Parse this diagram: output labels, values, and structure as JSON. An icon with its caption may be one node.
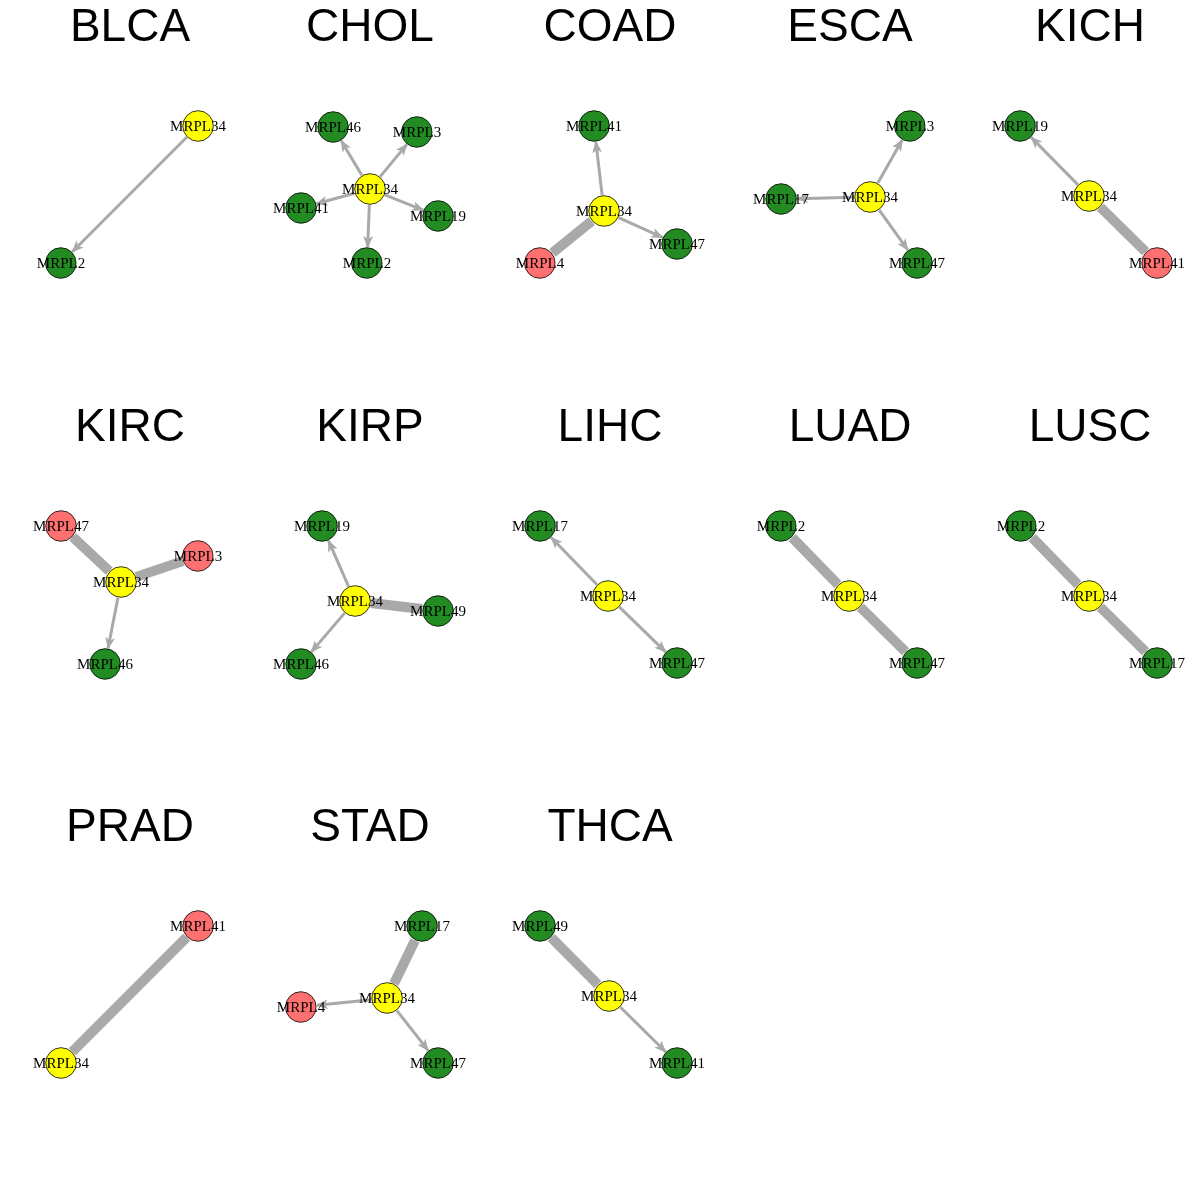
{
  "diagram": {
    "nodes": [
      {
        "text": [
          "MRPL34"
        ]
      },
      {
        "text": [
          "MRPL2"
        ]
      },
      {
        "text": [
          "MRPL46"
        ]
      },
      {
        "text": [
          "MRPL3"
        ]
      },
      {
        "text": [
          "MRPL34"
        ]
      },
      {
        "text": [
          "MRPL41"
        ]
      },
      {
        "text": [
          "MRPL19"
        ]
      },
      {
        "text": [
          "MRPL2"
        ]
      },
      {
        "text": [
          "MRPL41"
        ]
      },
      {
        "text": [
          "MRPL34"
        ]
      },
      {
        "text": [
          "MRPL47"
        ]
      },
      {
        "text": [
          "MRPL4"
        ]
      },
      {
        "text": [
          "MRPL3"
        ]
      },
      {
        "text": [
          "MRPL17"
        ]
      },
      {
        "text": [
          "MRPL34"
        ]
      },
      {
        "text": [
          "MRPL47"
        ]
      },
      {
        "text": [
          "MRPL19"
        ]
      },
      {
        "text": [
          "MRPL34"
        ]
      },
      {
        "text": [
          "MRPL41"
        ]
      },
      {
        "text": [
          "MRPL47"
        ]
      },
      {
        "text": [
          "MRPL3"
        ]
      },
      {
        "text": [
          "MRPL34"
        ]
      },
      {
        "text": [
          "MRPL46"
        ]
      },
      {
        "text": [
          "MRPL19"
        ]
      },
      {
        "text": [
          "MRPL34"
        ]
      },
      {
        "text": [
          "MRPL49"
        ]
      },
      {
        "text": [
          "MRPL46"
        ]
      },
      {
        "text": [
          "MRPL17"
        ]
      },
      {
        "text": [
          "MRPL34"
        ]
      },
      {
        "text": [
          "MRPL47"
        ]
      },
      {
        "text": [
          "MRPL2"
        ]
      },
      {
        "text": [
          "MRPL34"
        ]
      },
      {
        "text": [
          "MRPL47"
        ]
      },
      {
        "text": [
          "MRPL2"
        ]
      },
      {
        "text": [
          "MRPL34"
        ]
      },
      {
        "text": [
          "MRPL17"
        ]
      },
      {
        "text": [
          "MRPL41"
        ]
      },
      {
        "text": [
          "MRPL34"
        ]
      },
      {
        "text": [
          "MRPL17"
        ]
      },
      {
        "text": [
          "MRPL34"
        ]
      },
      {
        "text": [
          "MRPL4"
        ]
      },
      {
        "text": [
          "MRPL47"
        ]
      },
      {
        "text": [
          "MRPL49"
        ]
      },
      {
        "text": [
          "MRPL34"
        ]
      },
      {
        "text": [
          "MRPL41"
        ]
      }
    ],
    "edges": [
      {
        "from": 0,
        "to": 1,
        "arrow": "to"
      },
      {
        "from": 4,
        "to": 2,
        "arrow": "to"
      },
      {
        "from": 4,
        "to": 3,
        "arrow": "to"
      },
      {
        "from": 4,
        "to": 5,
        "arrow": "to"
      },
      {
        "from": 4,
        "to": 6,
        "arrow": "to"
      },
      {
        "from": 4,
        "to": 7,
        "arrow": "to"
      },
      {
        "from": 9,
        "to": 8,
        "arrow": "to"
      },
      {
        "from": 9,
        "to": 10,
        "arrow": "to"
      },
      {
        "from": 9,
        "to": 11,
        "arrow": "to",
        "style": "thick"
      },
      {
        "from": 14,
        "to": 12,
        "arrow": "to"
      },
      {
        "from": 14,
        "to": 13,
        "arrow": "to"
      },
      {
        "from": 14,
        "to": 15,
        "arrow": "to"
      },
      {
        "from": 17,
        "to": 16,
        "arrow": "to"
      },
      {
        "from": 17,
        "to": 18,
        "arrow": "to",
        "style": "thick"
      },
      {
        "from": 21,
        "to": 19,
        "arrow": "to",
        "style": "thick"
      },
      {
        "from": 21,
        "to": 20,
        "arrow": "to",
        "style": "thick"
      },
      {
        "from": 21,
        "to": 22,
        "arrow": "to"
      },
      {
        "from": 24,
        "to": 23,
        "arrow": "to"
      },
      {
        "from": 24,
        "to": 25,
        "arrow": "to",
        "style": "thick"
      },
      {
        "from": 24,
        "to": 26,
        "arrow": "to"
      },
      {
        "from": 28,
        "to": 27,
        "arrow": "to"
      },
      {
        "from": 28,
        "to": 29,
        "arrow": "to"
      },
      {
        "from": 31,
        "to": 30,
        "arrow": "to",
        "style": "thick"
      },
      {
        "from": 31,
        "to": 32,
        "arrow": "to",
        "style": "thick"
      },
      {
        "from": 34,
        "to": 33,
        "arrow": "to",
        "style": "thick"
      },
      {
        "from": 34,
        "to": 35,
        "arrow": "to",
        "style": "thick"
      },
      {
        "from": 37,
        "to": 36,
        "arrow": "to",
        "style": "thick"
      },
      {
        "from": 39,
        "to": 38,
        "arrow": "to",
        "style": "thick"
      },
      {
        "from": 39,
        "to": 40,
        "arrow": "to"
      },
      {
        "from": 39,
        "to": 41,
        "arrow": "to"
      },
      {
        "from": 43,
        "to": 42,
        "arrow": "to",
        "style": "thick"
      },
      {
        "from": 43,
        "to": 44,
        "arrow": "to"
      }
    ],
    "labels": [
      "BLCA",
      "CHOL",
      "COAD",
      "ESCA",
      "KICH",
      "KIRC",
      "KIRP",
      "LIHC",
      "LUAD",
      "LUSC",
      "PRAD",
      "STAD",
      "THCA"
    ]
  }
}
